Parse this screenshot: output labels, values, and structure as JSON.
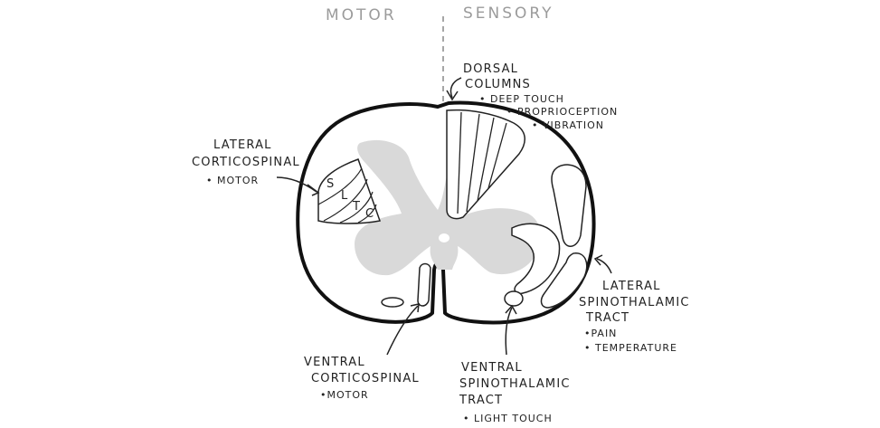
{
  "headers": {
    "motor": "MOTOR",
    "sensory": "SENSORY"
  },
  "colors": {
    "ink": "#222222",
    "grey_matter": "#d9d9d9",
    "header_text": "#9b9b9b",
    "divider": "#888888"
  },
  "labels": {
    "dorsal_columns": {
      "title_lines": [
        "DORSAL",
        "COLUMNS"
      ],
      "items": [
        "• DEEP TOUCH",
        "• PROPRIOCEPTION",
        "• VIBRATION"
      ]
    },
    "lateral_corticospinal": {
      "title_lines": [
        "LATERAL",
        "CORTICOSPINAL"
      ],
      "items": [
        "• MOTOR"
      ]
    },
    "lateral_corticospinal_letters": [
      "S",
      "L",
      "T",
      "C"
    ],
    "lateral_spinothalamic": {
      "title_lines": [
        "LATERAL",
        "SPINOTHALAMIC",
        "TRACT"
      ],
      "items": [
        "•PAIN",
        "• TEMPERATURE"
      ]
    },
    "ventral_corticospinal": {
      "title_lines": [
        "VENTRAL",
        "CORTICOSPINAL"
      ],
      "items": [
        "•MOTOR"
      ]
    },
    "ventral_spinothalamic": {
      "title_lines": [
        "VENTRAL",
        "SPINOTHALAMIC",
        "TRACT"
      ],
      "items": [
        "• LIGHT TOUCH"
      ]
    }
  }
}
